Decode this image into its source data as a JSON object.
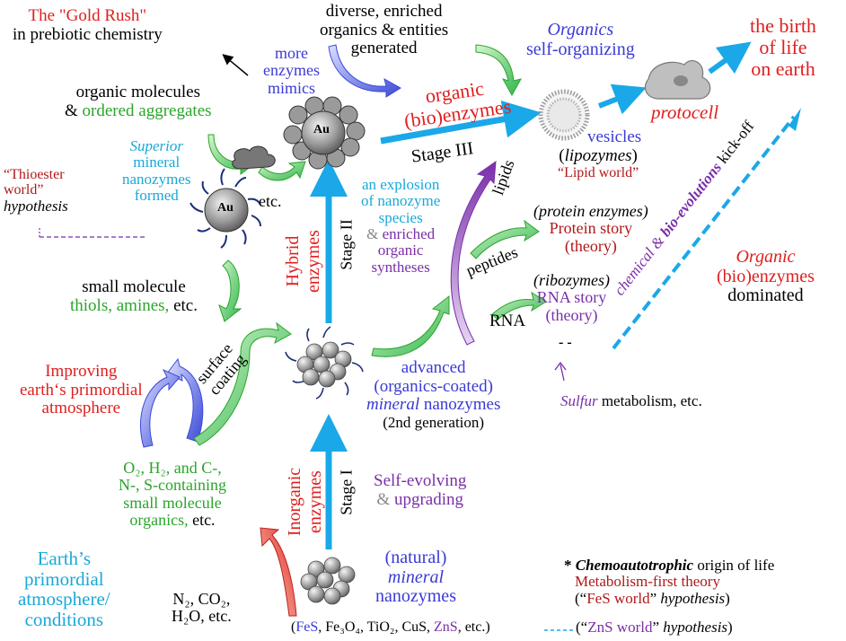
{
  "gold_rush": {
    "line1": "The \"Gold Rush\"",
    "line2": "in prebiotic chemistry"
  },
  "diverse": {
    "line1": "diverse, enriched",
    "line2": "organics & entities",
    "line3": "generated"
  },
  "more_enzymes": {
    "line1": "more",
    "line2": "enzymes",
    "line3": "mimics"
  },
  "organics_self": {
    "line1": "Organics",
    "line2": "self-organizing"
  },
  "birth": {
    "line1": "the birth",
    "line2": "of life",
    "line3": "on earth"
  },
  "organic_mol": {
    "line1": "organic molecules",
    "amp": "& ",
    "line2": "ordered aggregates"
  },
  "organic_bio": {
    "line1": "organic",
    "line2": "(bio)enzymes"
  },
  "protocell": "protocell",
  "stage3": "Stage III",
  "vesicles": {
    "line1": "vesicles",
    "line2a": "(",
    "line2b": "lipozymes",
    "line2c": ")",
    "line3": "“Lipid world”"
  },
  "superior": {
    "line1": "Superior",
    "line2": "mineral",
    "line3": "nanozymes",
    "line4": "formed"
  },
  "etc": "etc.",
  "au": "Au",
  "thioester": {
    "line1": "“Thioester",
    "line2": "world”",
    "line3": "hypothesis"
  },
  "explosion": {
    "line1": "an explosion",
    "line2": "of nanozyme",
    "line3": "species",
    "line4a": "& ",
    "line4b": "enriched",
    "line5": "organic",
    "line6": "syntheses"
  },
  "lipids": "lipids",
  "protein": {
    "line1": "(protein enzymes)",
    "line2": "Protein story",
    "line3": "(theory)"
  },
  "peptides": "peptides",
  "hybrid": {
    "line1": "Hybrid",
    "line2": "enzymes"
  },
  "stage2": "Stage II",
  "stage1": "Stage I",
  "inorganic": {
    "line1": "Inorganic",
    "line2": "enzymes"
  },
  "organic_dom": {
    "line1": "Organic",
    "line2": "(bio)enzymes",
    "line3": "dominated"
  },
  "small_mol": {
    "line1": "small molecule",
    "line2": "thiols, amines,",
    "line2b": " etc."
  },
  "ribozymes": {
    "line1": "(ribozymes)",
    "line2": "RNA story",
    "line3": "(theory)"
  },
  "rna": "RNA",
  "dashes": "- -",
  "kickoff": {
    "a": "chemical & ",
    "b": "bio-evolutions",
    "c": " kick-off"
  },
  "surface": {
    "line1": "surface",
    "line2": "coating"
  },
  "improving": {
    "line1": "Improving",
    "line2": "earth‘s primordial",
    "line3": "atmosphere"
  },
  "advanced": {
    "line1": "advanced",
    "line2": "(organics-coated)",
    "line3a": "mineral",
    "line3b": " nanozymes",
    "line4": "(2nd generation)"
  },
  "sulfur": {
    "a": "Sulfur",
    "b": " metabolism, etc."
  },
  "o2": {
    "line1": "O₂, H₂, and C-,",
    "line2": "N-, S-containing",
    "line3": "small molecule",
    "line4a": "organics,",
    "line4b": " etc."
  },
  "self_evolving": {
    "line1": "Self-evolving",
    "line2a": "& ",
    "line2b": "upgrading"
  },
  "earths": {
    "line1": "Earth’s",
    "line2": "primordial",
    "line3": "atmosphere/",
    "line4": "conditions"
  },
  "natural": {
    "line1": "(natural)",
    "line2": "mineral",
    "line3": "nanozymes"
  },
  "chemo": {
    "star": "* ",
    "b": "Chemoautotrophic",
    "c": " origin of life",
    "line2": "Metabolism-first theory",
    "line3a": "(“",
    "line3b": "FeS world",
    "line3c": "” ",
    "line3d": "hypothesis",
    "line3e": ")"
  },
  "n2": {
    "line1": "N₂, CO₂,",
    "line2": "H₂O, etc."
  },
  "minerals": {
    "open": "(",
    "fes": "FeS",
    "rest": ", Fe₃O₄, TiO₂, CuS, ",
    "zns": "ZnS",
    "etc": ", etc.)"
  },
  "zns_world": {
    "a": "(“",
    "b": "ZnS world",
    "c": "” ",
    "d": "hypothesis",
    "e": ")"
  },
  "colors": {
    "red": "#e01e1e",
    "green": "#2aa52a",
    "blue": "#3a3ad6",
    "cyan": "#1aa8d8",
    "purple": "#7a2fa8",
    "arrow_blue": "#1aa8e8"
  }
}
